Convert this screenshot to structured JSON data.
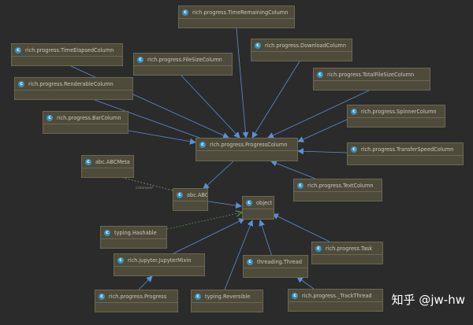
{
  "nodes": {
    "time_remaining": "rich.progress.TimeRemainingColumn",
    "time_elapsed": "rich.progress.TimeElapsedColumn",
    "file_size": "rich.progress.FileSizeColumn",
    "download": "rich.progress.DownloadColumn",
    "renderable": "rich.progress.RenderableColumn",
    "total_file_size": "rich.progress.TotalFileSizeColumn",
    "bar": "rich.progress.BarColumn",
    "spinner": "rich.progress.SpinnerColumn",
    "progress_column": "rich.progress.ProgressColumn",
    "transfer_speed": "rich.progress.TransferSpeedColumn",
    "abc_meta": "abc.ABCMeta",
    "text_column": "rich.progress.TextColumn",
    "abc": "abc.ABC",
    "object": "object",
    "hashable": "typing.Hashable",
    "task": "rich.progress.Task",
    "jupyter_mixin": "rich.jupyter.JupyterMixin",
    "thread": "threading.Thread",
    "progress": "rich.progress.Progress",
    "reversible": "typing.Reversible",
    "track_thread": "rich.progress._TrackThread"
  },
  "icon_letter": "c",
  "edge_label": "instanceof",
  "watermark": "知乎 @jw-hw",
  "colors": {
    "background": "#2b2b2b",
    "node_fill": "#4f4b3b",
    "node_border": "#6c6751",
    "edge": "#5b8fd6",
    "icon": "#3592c4"
  }
}
